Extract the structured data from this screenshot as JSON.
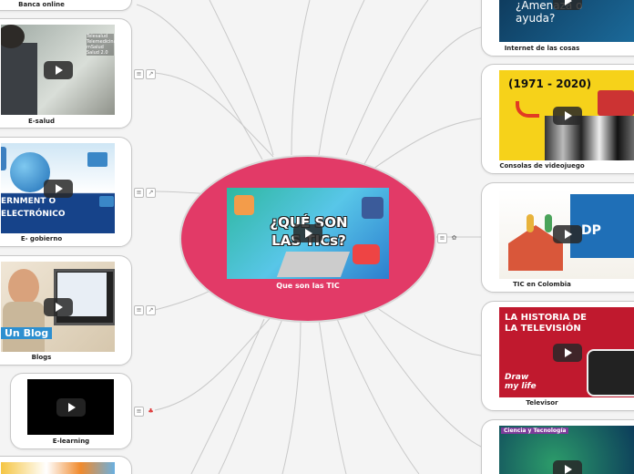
{
  "central": {
    "label": "Que son las TIC",
    "thumb_title": "¿QUÉ SON LAS TICs?"
  },
  "left_nodes": [
    {
      "label": "Banca online"
    },
    {
      "label": "E-salud",
      "thumb_text": "Telesalud Telemedicina mSalud Salud 2.0"
    },
    {
      "label": "E- gobierno",
      "thumb_text": "ERNMENT O ELECTRÓNICO"
    },
    {
      "label": "Blogs",
      "thumb_text": "Un Blog"
    },
    {
      "label": "E-learning"
    }
  ],
  "right_nodes": [
    {
      "label": "Internet de las cosas",
      "thumb_text": "¿Amenaza o ayuda?"
    },
    {
      "label": "Consolas de videojuego",
      "thumb_text": "(1971 - 2020)"
    },
    {
      "label": "TIC en Colombia",
      "thumb_text": "DP"
    },
    {
      "label": "Televisor",
      "thumb_text": "LA HISTORIA DE LA TELEVISIÓN",
      "thumb_sub": "Draw my life"
    },
    {
      "label": "",
      "thumb_text": "Ciencia y Tecnología"
    }
  ],
  "icons": {
    "notes": "notes-icon",
    "link": "external-link-icon",
    "flag": "flag-icon"
  },
  "colors": {
    "central": "#e23a67",
    "lines": "#c9c9c9",
    "background": "#f4f4f4"
  }
}
